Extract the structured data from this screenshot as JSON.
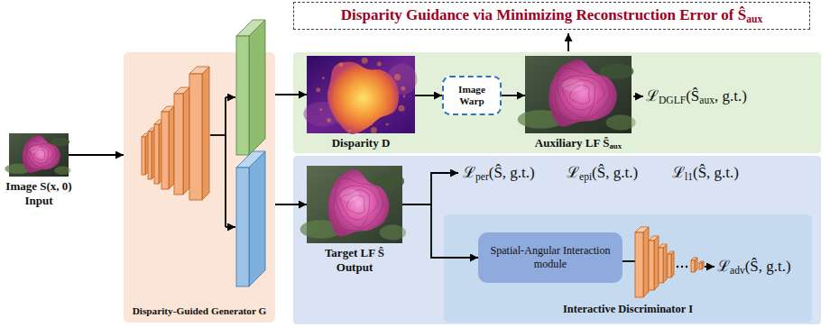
{
  "diagram": {
    "nodes": [
      {
        "text": [
          "Disparity Guidance via Minimizing Reconstruction Error of Ŝ",
          "aux"
        ]
      },
      {
        "text": [
          "Image S(x, 0)",
          "Input"
        ]
      },
      {
        "text": [
          "Disparity-Guided Generator G"
        ]
      },
      {
        "text": [
          "Disparity D"
        ]
      },
      {
        "text": [
          "Image Warp"
        ]
      },
      {
        "text": [
          "Auxiliary LF Ŝ",
          "aux"
        ]
      },
      {
        "text": [
          "Target LF Ŝ",
          "Output"
        ]
      },
      {
        "text": [
          "Interactive Discriminator I"
        ]
      },
      {
        "text": [
          "Spatial-Angular Interaction module"
        ],
        "in": 7
      }
    ],
    "edges": [
      {
        "from": 1,
        "to": 2,
        "arrow": "to"
      },
      {
        "from": 2,
        "to": 3,
        "arrow": "to"
      },
      {
        "from": 3,
        "to": 4,
        "arrow": "to"
      },
      {
        "from": 4,
        "to": 5,
        "arrow": "to"
      },
      {
        "from": 2,
        "to": 6,
        "arrow": "to"
      },
      {
        "from": 6,
        "to": 8,
        "arrow": "to"
      }
    ],
    "labels": [
      "ℒ",
      "DGLF",
      "(Ŝ",
      "aux",
      ", g.t.)",
      "ℒ",
      "per",
      "(Ŝ, g.t.)",
      "ℒ",
      "epi",
      "(Ŝ, g.t.)",
      "ℒ",
      "l1",
      "(Ŝ, g.t.)",
      "ℒ",
      "adv",
      "(Ŝ, g.t.)"
    ]
  }
}
